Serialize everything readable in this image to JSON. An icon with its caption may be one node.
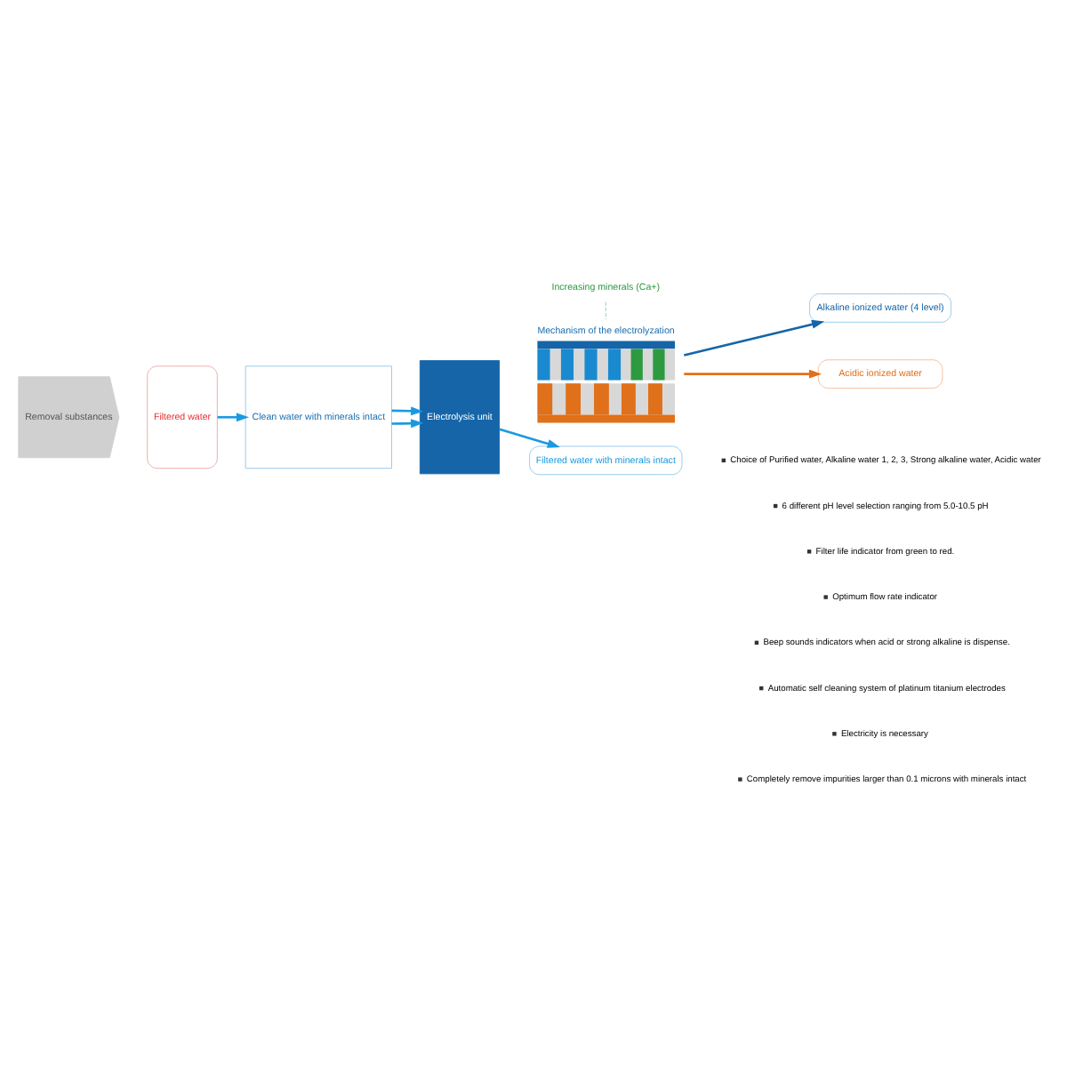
{
  "diagram": {
    "nodes": [
      {
        "text": [
          "Removal substances"
        ]
      },
      {
        "text": [
          "Filtered water"
        ]
      },
      {
        "text": [
          "Clean water with minerals intact"
        ]
      },
      {
        "text": [
          "Electrolysis unit"
        ]
      },
      {
        "text": [
          "Mechanism of the electrolyzation"
        ]
      },
      {
        "text": [
          "Increasing minerals (Ca+)"
        ]
      },
      {
        "text": [
          "Alkaline ionized water (4 level)"
        ]
      },
      {
        "text": [
          "Acidic ionized water"
        ]
      },
      {
        "text": [
          "Filtered water with minerals intact"
        ]
      }
    ],
    "edges": [
      {
        "from": 1,
        "to": 2,
        "arrow": "to"
      },
      {
        "from": 2,
        "to": 3,
        "arrow": "to"
      },
      {
        "from": 2,
        "to": 3,
        "arrow": "to"
      },
      {
        "from": 3,
        "to": 8,
        "arrow": "to"
      },
      {
        "from": 4,
        "to": 6,
        "arrow": "to",
        "color": "#1565a8"
      },
      {
        "from": 4,
        "to": 7,
        "arrow": "to",
        "color": "#e0701a"
      },
      {
        "from": 5,
        "to": 4,
        "arrow": "none",
        "color": "#8fc7a8",
        "style": "dashed"
      }
    ],
    "labels": [
      "Choice of Purified water, Alkaline water 1, 2, 3, Strong alkaline water, Acidic water",
      "6 different pH level selection ranging from 5.0-10.5 pH",
      "Filter life indicator from green to red.",
      "Optimum flow rate indicator",
      "Beep sounds indicators when acid or strong alkaline is dispense.",
      "Automatic self cleaning system of platinum titanium electrodes",
      "Electricity is necessary",
      "Completely remove impurities larger than 0.1 microns with minerals intact"
    ]
  }
}
